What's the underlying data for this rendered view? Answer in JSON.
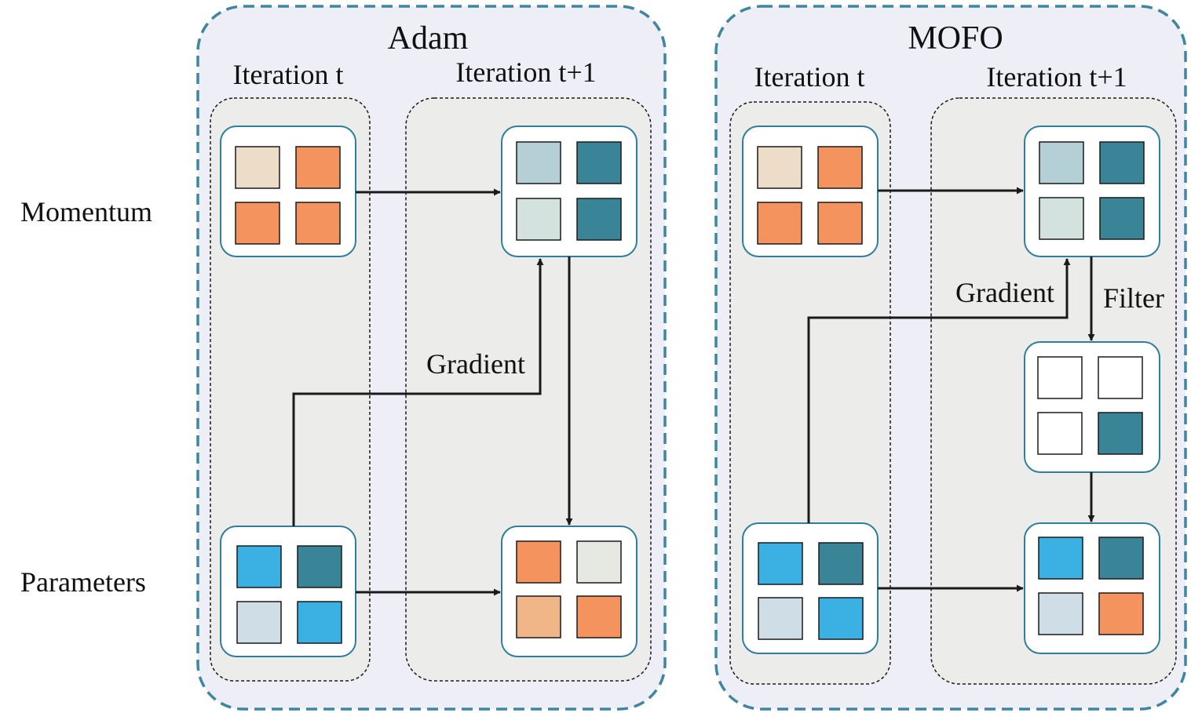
{
  "row_labels": {
    "momentum": "Momentum",
    "parameters": "Parameters"
  },
  "adam": {
    "title": "Adam",
    "iteration_t": "Iteration t",
    "iteration_t1": "Iteration t+1",
    "gradient": "Gradient"
  },
  "mofo": {
    "title": "MOFO",
    "iteration_t": "Iteration t",
    "iteration_t1": "Iteration t+1",
    "gradient": "Gradient",
    "filter": "Filter"
  },
  "colors": {
    "panel_bg": "#eeeef7",
    "panel_border": "#3f86a0",
    "column_bg": "#ececea",
    "card_border": "#2f7f9c",
    "arrow": "#1a1a1a",
    "orange": "#f5935e",
    "light_beige": "#ecdcc8",
    "light_teal": "#b4d0d6",
    "dark_teal": "#3a8497",
    "pale_green": "#d3e2de",
    "blue": "#3ab0e3",
    "light_blue": "#cfdde7",
    "pale_gray": "#e5e9e2",
    "light_orange": "#f1b688",
    "white": "#ffffff"
  }
}
